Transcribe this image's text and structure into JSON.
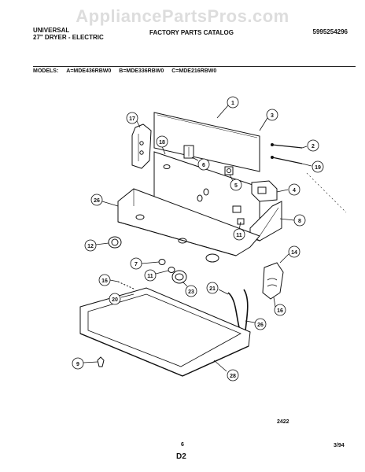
{
  "watermark": "AppliancePartsPros.com",
  "header": {
    "brand": "UNIVERSAL",
    "subtitle": "27\" DRYER - ELECTRIC",
    "catalog": "FACTORY PARTS CATALOG",
    "catalog_number": "5995254296"
  },
  "models": {
    "label": "MODELS:",
    "a": "A=MDE436RBW0",
    "b": "B=MDE336RBW0",
    "c": "C=MDE216RBW0"
  },
  "callouts": [
    "1",
    "3",
    "17",
    "2",
    "19",
    "18",
    "6",
    "5",
    "4",
    "26",
    "8",
    "11",
    "12",
    "7",
    "14",
    "11",
    "16",
    "23",
    "21",
    "20",
    "16",
    "26",
    "9",
    "28"
  ],
  "footer": {
    "figure_number": "2422",
    "page_number": "6",
    "date": "3/94",
    "section": "D2"
  }
}
